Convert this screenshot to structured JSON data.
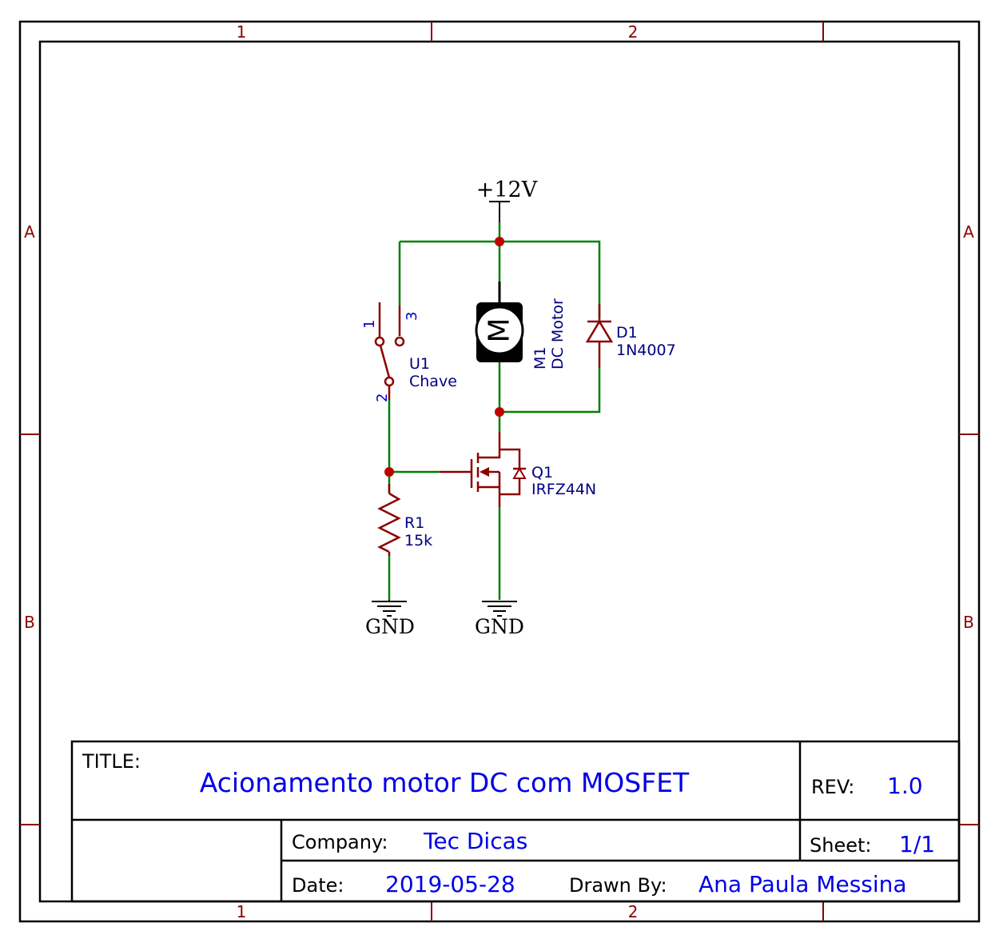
{
  "frame": {
    "columns": [
      "1",
      "2"
    ],
    "rows": [
      "A",
      "B"
    ]
  },
  "power": {
    "supply_label": "+12V",
    "ground_label_left": "GND",
    "ground_label_right": "GND"
  },
  "components": {
    "switch": {
      "ref": "U1",
      "value": "Chave",
      "pin1": "1",
      "pin2": "2",
      "pin3": "3"
    },
    "motor": {
      "ref": "M1",
      "value": "DC Motor",
      "symbol": "M"
    },
    "diode": {
      "ref": "D1",
      "value": "1N4007"
    },
    "mosfet": {
      "ref": "Q1",
      "value": "IRFZ44N"
    },
    "resistor": {
      "ref": "R1",
      "value": "15k"
    }
  },
  "title_block": {
    "title_key": "TITLE:",
    "title": "Acionamento motor DC com MOSFET",
    "rev_key": "REV:",
    "rev": "1.0",
    "company_key": "Company:",
    "company": "Tec Dicas",
    "sheet_key": "Sheet:",
    "sheet": "1/1",
    "date_key": "Date:",
    "date": "2019-05-28",
    "drawn_by_key": "Drawn By:",
    "drawn_by": "Ana Paula Messina"
  },
  "colors": {
    "wire": "#008000",
    "component": "#8b0000",
    "junction": "#c00000",
    "label": "#000080",
    "title_value": "#0000e6"
  }
}
